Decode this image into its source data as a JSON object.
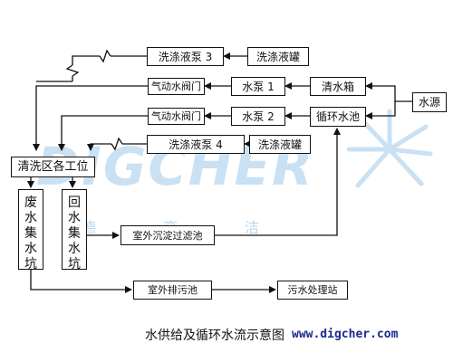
{
  "diagram": {
    "nodes": {
      "detergent_pump_3": "洗涤液泵 3",
      "detergent_tank_top": "洗涤液罐",
      "pneumatic_valve_1": "气动水阀门",
      "water_pump_1": "水泵 1",
      "clean_water_tank": "清水箱",
      "water_source": "水源",
      "pneumatic_valve_2": "气动水阀门",
      "water_pump_2": "水泵 2",
      "circulating_pool": "循环水池",
      "detergent_pump_4": "洗涤液泵 4",
      "detergent_tank_bottom": "洗涤液罐",
      "cleaning_stations": "清洗区各工位",
      "waste_collection_pit": [
        "废",
        "水",
        "集",
        "水",
        "坑"
      ],
      "return_collection_pit": [
        "回",
        "水",
        "集",
        "水",
        "坑"
      ],
      "outdoor_settling_filter": "室外沉淀过滤池",
      "outdoor_sewage_pool": "室外排污池",
      "sewage_treatment_station": "污水处理站"
    },
    "caption": "水供给及循环水流示意图",
    "website": "www.digcher.com",
    "watermark": {
      "brand": "DIGCHER",
      "chinese": [
        "德",
        "高",
        "洁"
      ],
      "color": "#c9e1f3"
    },
    "line_color": "#111111"
  }
}
